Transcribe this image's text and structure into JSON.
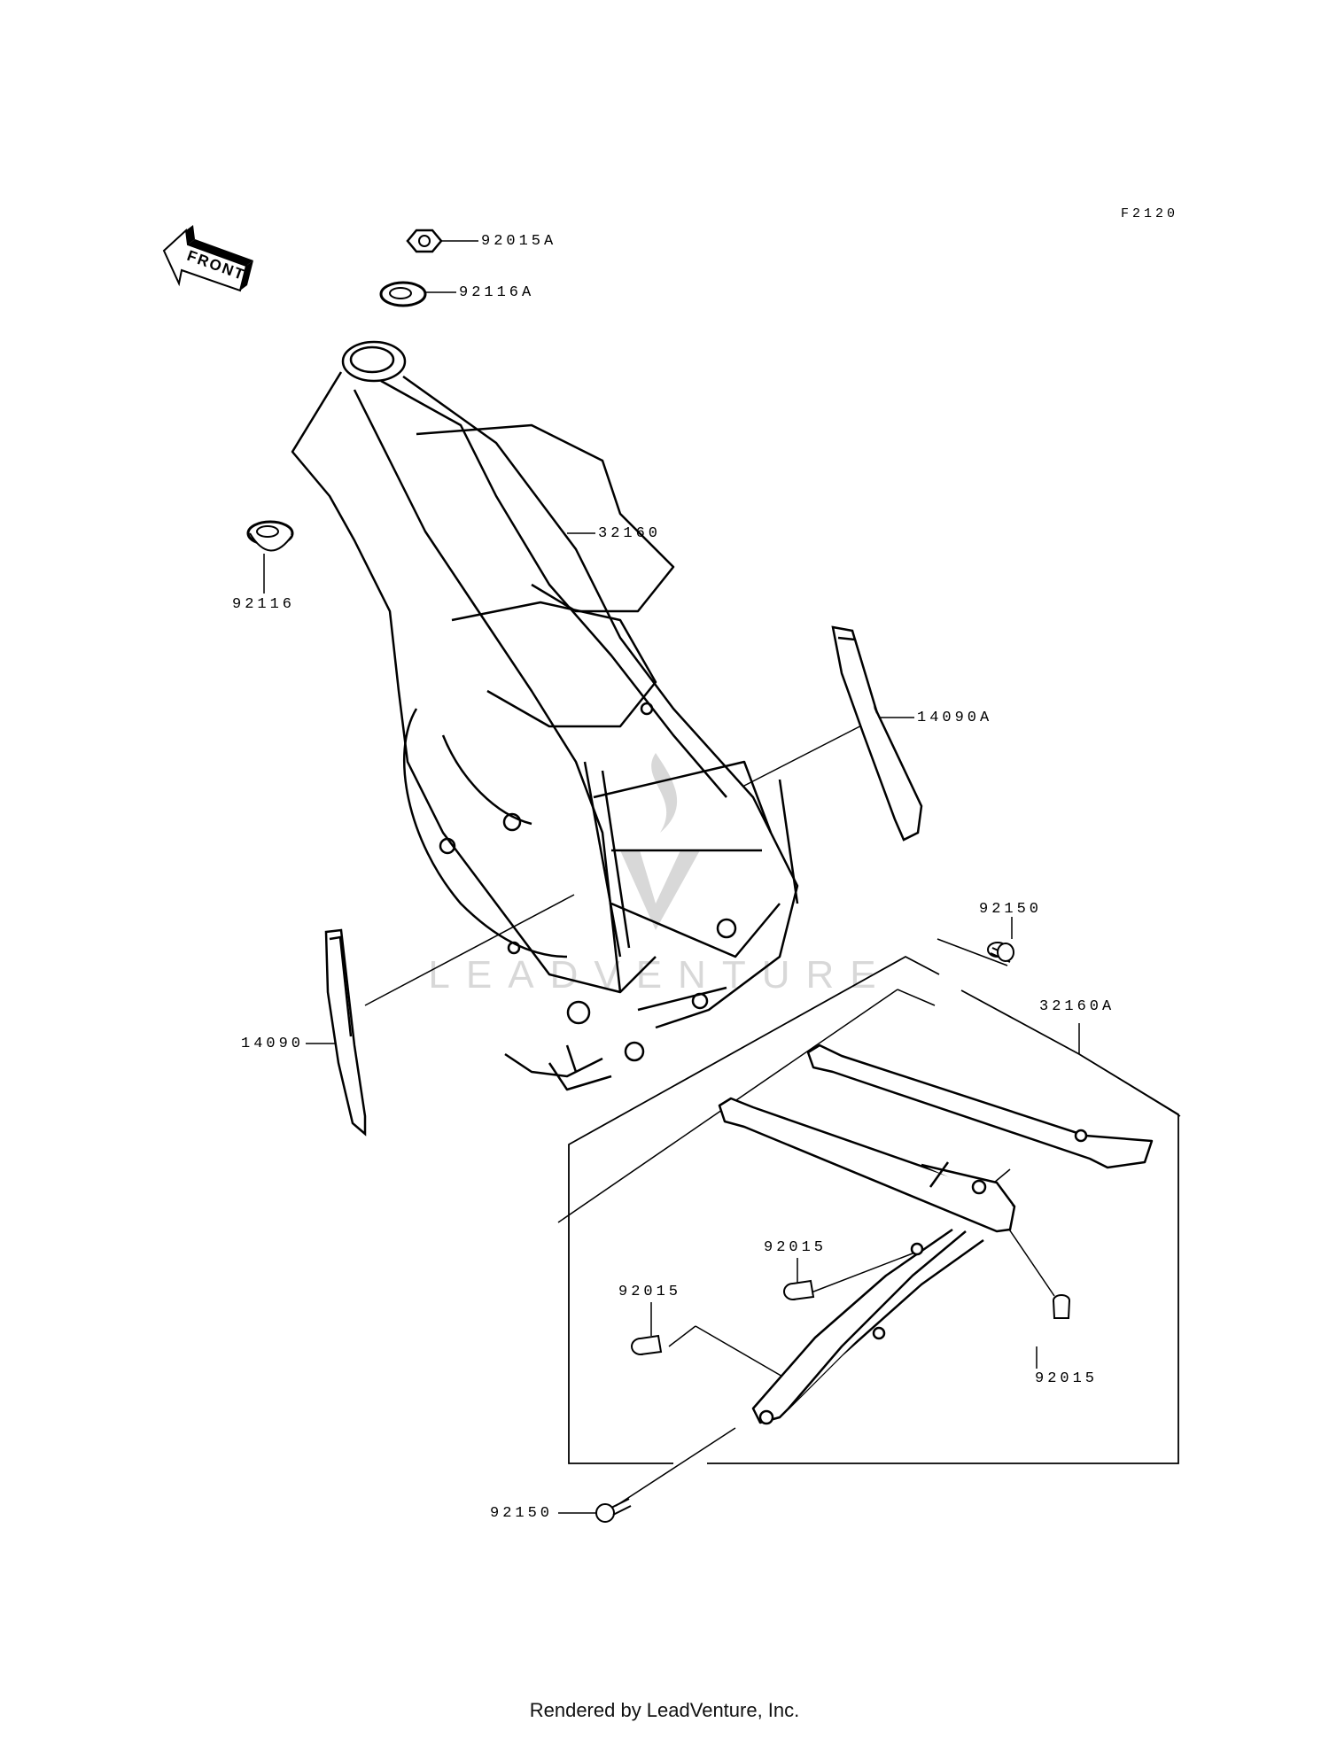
{
  "diagram_code": "F2120",
  "front_arrow_text": "FRONT",
  "watermark_text": "LEADVENTURE",
  "footer_text": "Rendered by LeadVenture, Inc.",
  "part_labels": [
    {
      "key": "p92015A",
      "text": "92015A"
    },
    {
      "key": "p92116A",
      "text": "92116A"
    },
    {
      "key": "p32160",
      "text": "32160"
    },
    {
      "key": "p92116",
      "text": "92116"
    },
    {
      "key": "p14090A",
      "text": "14090A"
    },
    {
      "key": "p92150_top",
      "text": "92150"
    },
    {
      "key": "p32160A",
      "text": "32160A"
    },
    {
      "key": "p14090",
      "text": "14090"
    },
    {
      "key": "p92015_mid",
      "text": "92015"
    },
    {
      "key": "p92015_left",
      "text": "92015"
    },
    {
      "key": "p92015_right",
      "text": "92015"
    },
    {
      "key": "p92150_bottom",
      "text": "92150"
    }
  ]
}
